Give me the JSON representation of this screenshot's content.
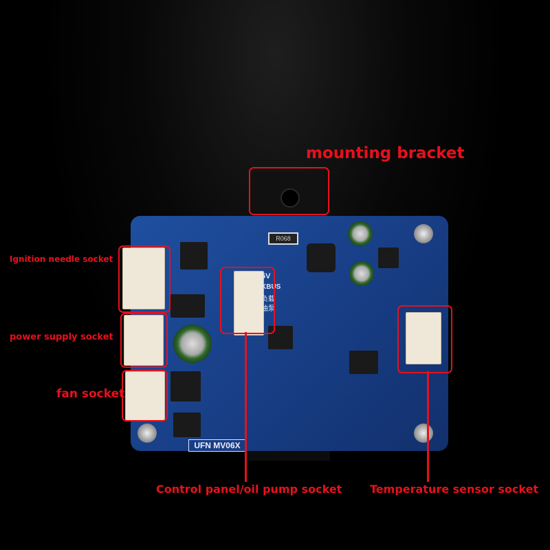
{
  "labels": {
    "mounting_bracket": "mounting bracket",
    "ignition": "Ignition needle socket",
    "power": "power supply socket",
    "fan": "fan socket",
    "control": "Control panel/oil pump socket",
    "temperature": "Temperature sensor socket"
  },
  "board": {
    "model": "UFN MV06X",
    "silk_5v": "5V",
    "silk_kbus": "KBUS",
    "silk_load": "负载",
    "silk_pump": "油泵",
    "res_code": "R068"
  },
  "colors": {
    "annotation": "#e8101c",
    "board": "#1f4fa0"
  }
}
